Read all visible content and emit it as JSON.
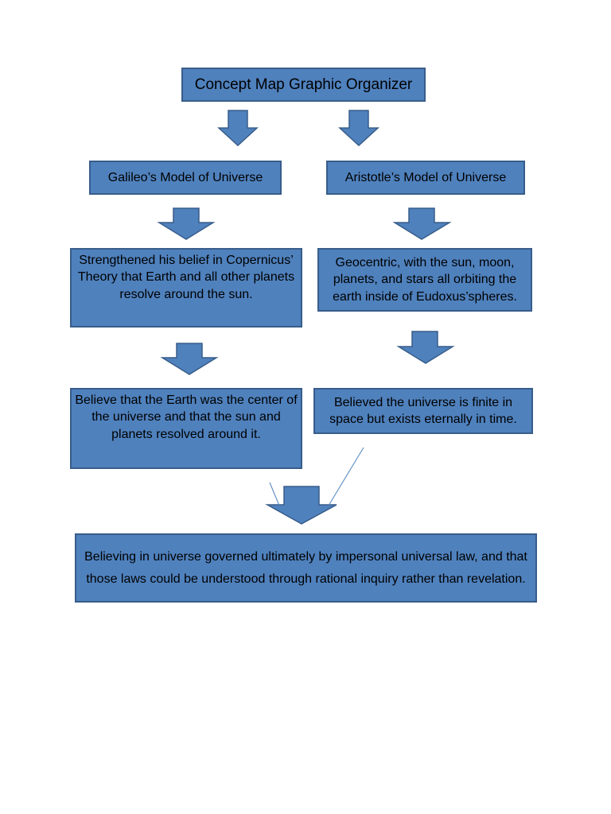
{
  "diagram": {
    "title": "Concept Map Graphic Organizer",
    "left": {
      "heading": "Galileo’s Model of Universe",
      "detail1": "Strengthened his belief in Copernicus’ Theory that Earth and all other planets resolve around the sun.",
      "detail2": "Believe that the Earth was the center of the universe and that the sun and planets resolved around it."
    },
    "right": {
      "heading": "Aristotle’s Model of Universe",
      "detail1": "Geocentric, with the sun, moon, planets, and stars all orbiting the earth inside of Eudoxus’spheres.",
      "detail2": "Believed the universe is finite in space but exists eternally in time."
    },
    "conclusion": "Believing in universe governed ultimately by impersonal universal law, and that those laws could be understood through rational inquiry rather than revelation."
  },
  "colors": {
    "box_fill": "#4f81bd",
    "box_border": "#385d8a",
    "text": "#000000",
    "line": "#4f81bd"
  }
}
